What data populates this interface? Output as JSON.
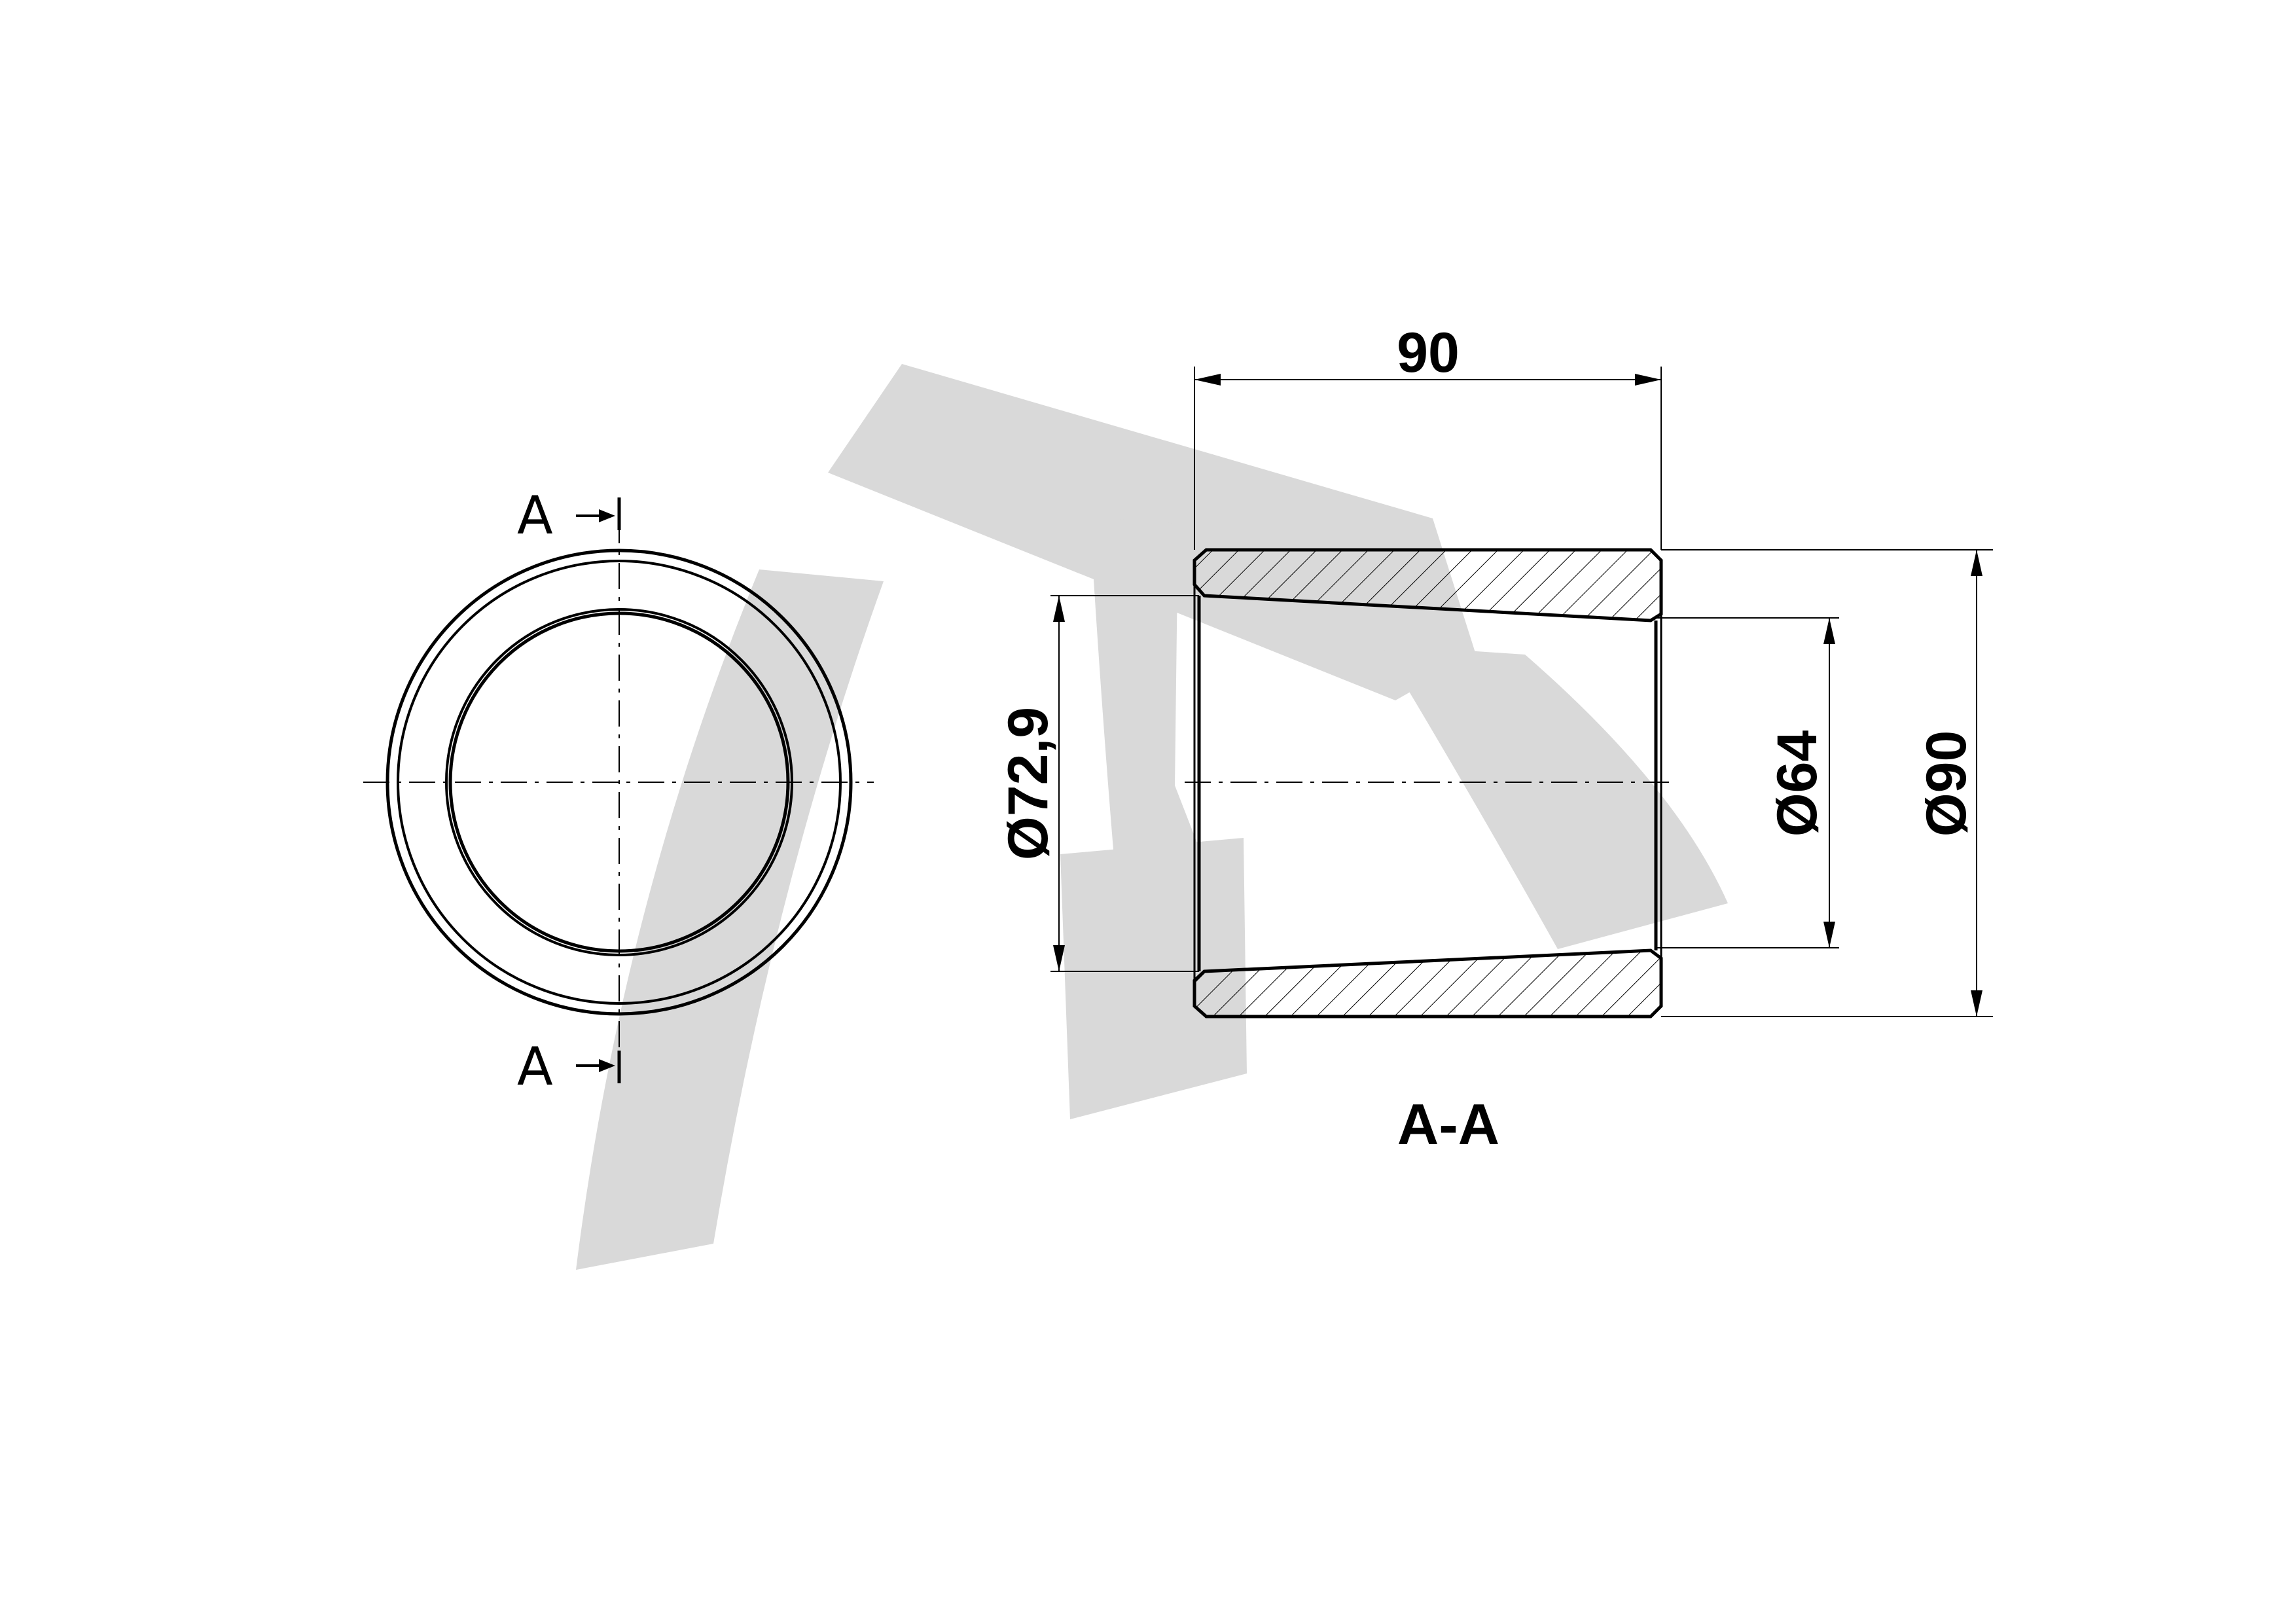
{
  "drawing": {
    "section_marker_top": "A",
    "section_marker_bottom": "A",
    "section_title": "A-A",
    "dimensions": {
      "length": "90",
      "inner_left_diameter": "Ø72,9",
      "inner_right_diameter": "Ø64",
      "outer_diameter": "Ø90"
    }
  },
  "colors": {
    "line": "#000000",
    "watermark": "#d9d9d9",
    "background": "#ffffff"
  }
}
